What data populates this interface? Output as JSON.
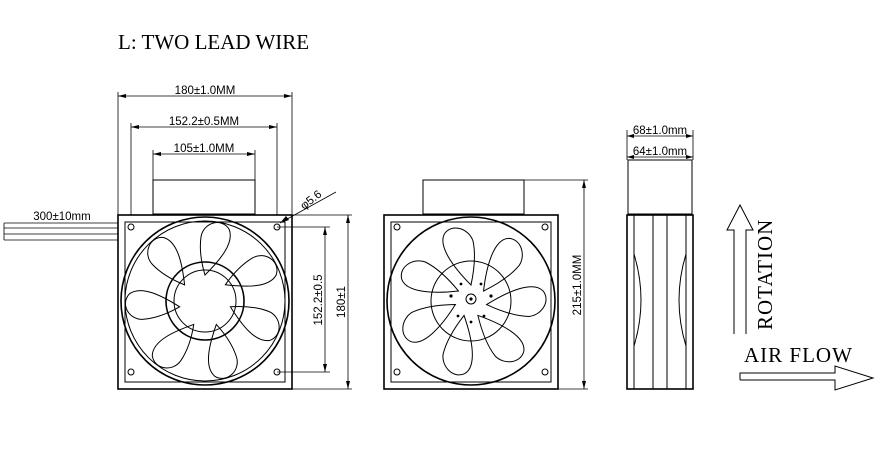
{
  "title": "L: TWO LEAD WIRE",
  "dimensions": {
    "width_overall": "180±1.0MM",
    "hole_spacing_horizontal": "152.2±0.5MM",
    "hub_width": "105±1.0MM",
    "lead_wire_length": "300±10mm",
    "hole_diameter": "φ5.6",
    "hole_spacing_vertical": "152.2±0.5",
    "height_overall": "180±1",
    "diagonal": "215±1.0MM",
    "depth_overall": "68±1.0mm",
    "depth_frame": "64±1.0mm"
  },
  "labels": {
    "rotation": "ROTATION",
    "air_flow": "AIR FLOW"
  }
}
